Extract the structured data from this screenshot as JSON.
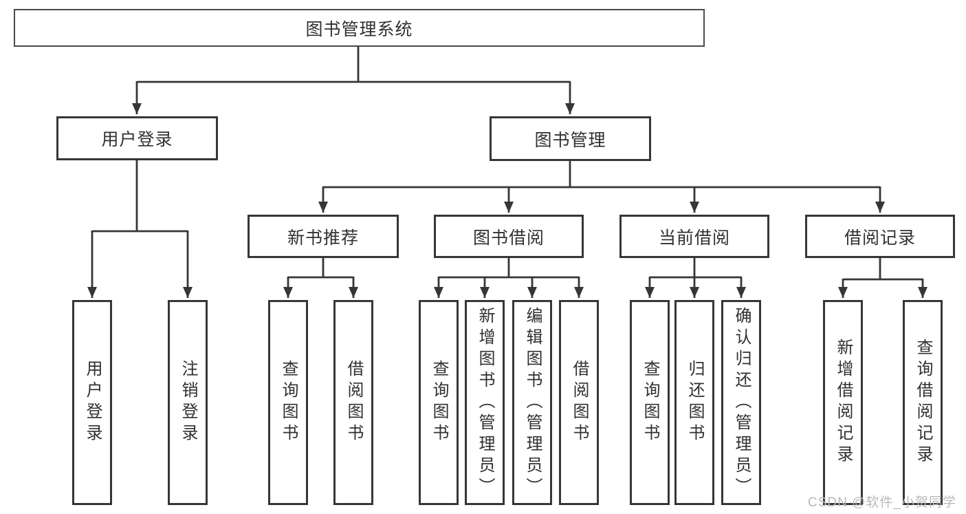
{
  "watermark": "CSDN @软件_小贺同学",
  "colors": {
    "line": "#363636",
    "box_border": "#363636",
    "text": "#303030",
    "watermark": "#b9b9b9",
    "background": "#ffffff"
  },
  "tree": {
    "root": "图书管理系统",
    "branches": [
      {
        "label": "用户登录",
        "leaves": [
          "用户登录",
          "注销登录"
        ]
      },
      {
        "label": "图书管理",
        "groups": [
          {
            "label": "新书推荐",
            "leaves": [
              "查询图书",
              "借阅图书"
            ]
          },
          {
            "label": "图书借阅",
            "leaves": [
              "查询图书",
              "新增图书（管理员）",
              "编辑图书（管理员）",
              "借阅图书"
            ]
          },
          {
            "label": "当前借阅",
            "leaves": [
              "查询图书",
              "归还图书",
              "确认归还（管理员）"
            ]
          },
          {
            "label": "借阅记录",
            "leaves": [
              "新增借阅记录",
              "查询借阅记录"
            ]
          }
        ]
      }
    ]
  }
}
